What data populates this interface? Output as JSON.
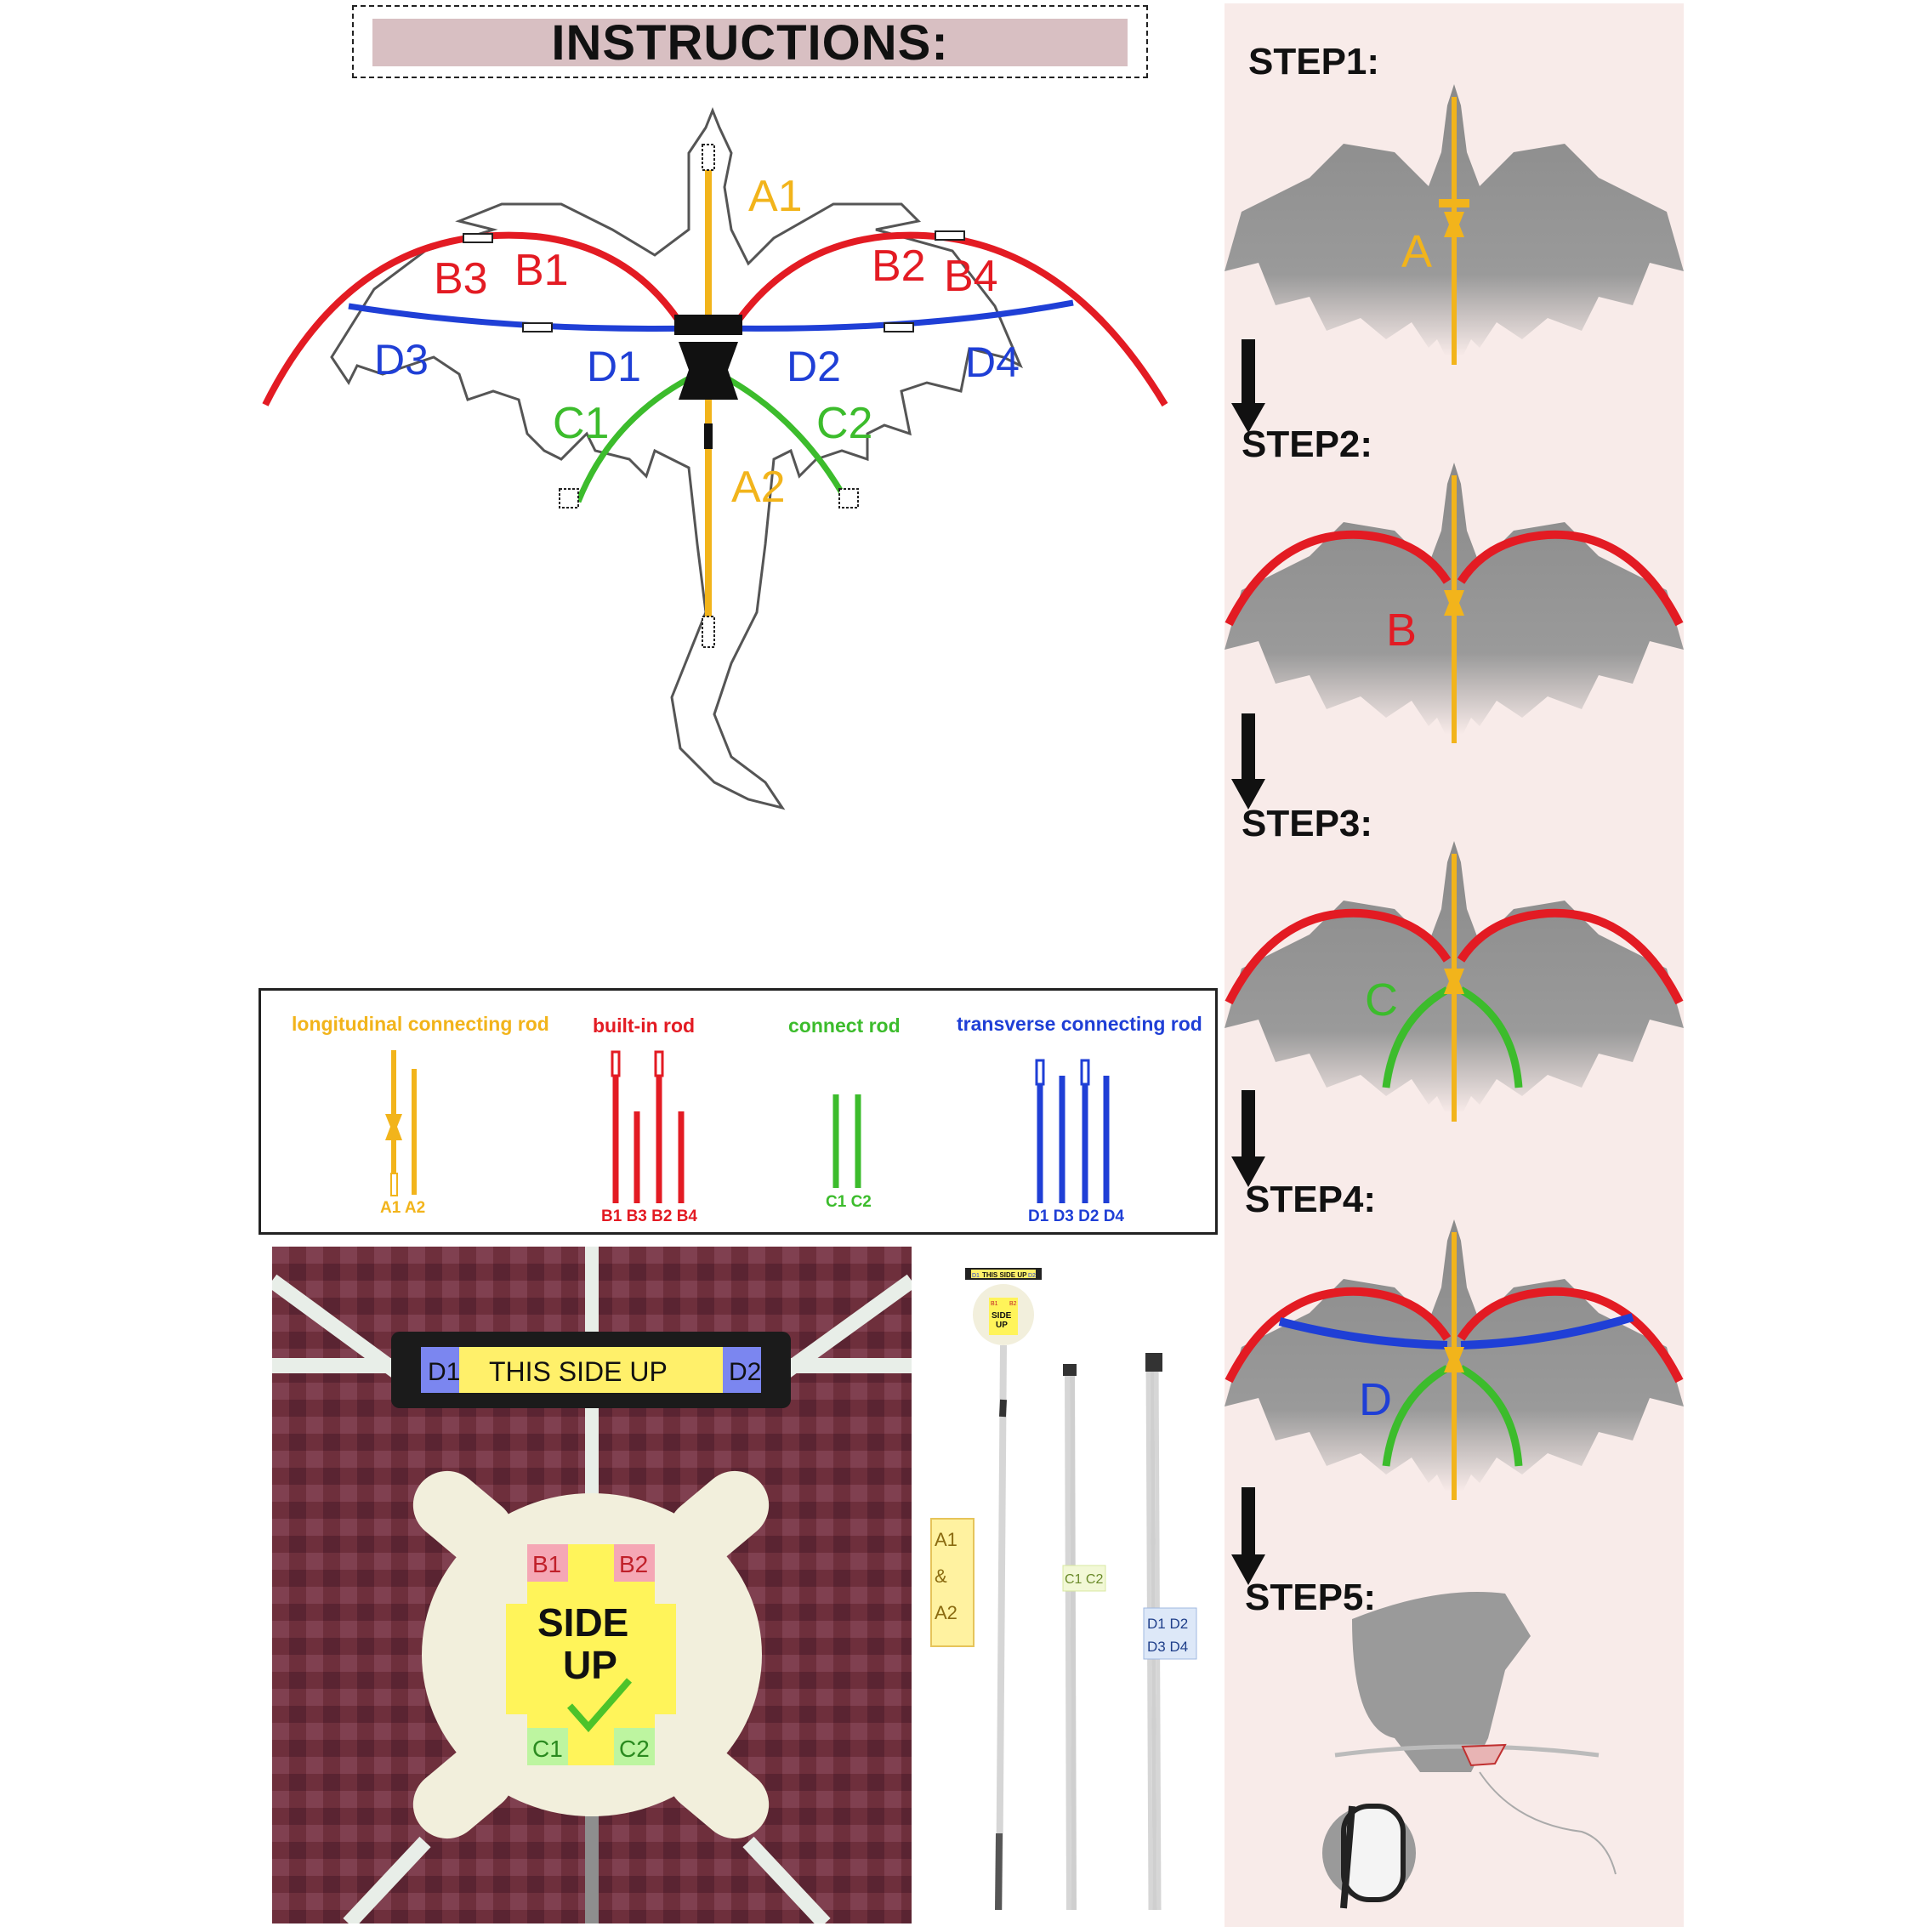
{
  "title": "INSTRUCTIONS:",
  "steps": [
    {
      "label": "STEP1:",
      "rod": "A"
    },
    {
      "label": "STEP2:",
      "rod": "B"
    },
    {
      "label": "STEP3:",
      "rod": "C"
    },
    {
      "label": "STEP4:",
      "rod": "D"
    },
    {
      "label": "STEP5:"
    }
  ],
  "diagram_labels": {
    "A1": "A1",
    "A2": "A2",
    "B1": "B1",
    "B2": "B2",
    "B3": "B3",
    "B4": "B4",
    "C1": "C1",
    "C2": "C2",
    "D1": "D1",
    "D2": "D2",
    "D3": "D3",
    "D4": "D4"
  },
  "legend": {
    "longitudinal": {
      "title": "longitudinal connecting rod",
      "labels": "A1  A2"
    },
    "builtin": {
      "title": "built-in rod",
      "labels": "B1 B3 B2 B4"
    },
    "connect": {
      "title": "connect rod",
      "labels": "C1 C2"
    },
    "transverse": {
      "title": "transverse connecting rod",
      "labels": "D1 D3 D2 D4"
    }
  },
  "photo_connector": {
    "top_bar": {
      "left": "D1",
      "center": "THIS SIDE UP",
      "right": "D2"
    },
    "hub": {
      "b1": "B1",
      "b2": "B2",
      "line1": "SIDE",
      "line2": "UP",
      "c1": "C1",
      "c2": "C2"
    }
  },
  "photo_rods": {
    "mini_bar": "THIS SIDE UP",
    "mini_d1": "D1",
    "mini_d2": "D2",
    "mini_b1": "B1",
    "mini_b2": "B2",
    "mini_side": "SIDE",
    "mini_up": "UP",
    "tag_a_1": "A1",
    "tag_a_amp": "&",
    "tag_a_2": "A2",
    "tag_c": "C1 C2",
    "tag_d_1": "D1  D2",
    "tag_d_2": "D3 D4"
  },
  "colors": {
    "A": "#f2b41b",
    "B": "#e31b23",
    "C": "#3cbc2c",
    "D": "#1f3fd6",
    "panel_bg": "#f8ebe9",
    "title_bar": "#d8bfc2",
    "silhouette": "#8a8a8a"
  }
}
